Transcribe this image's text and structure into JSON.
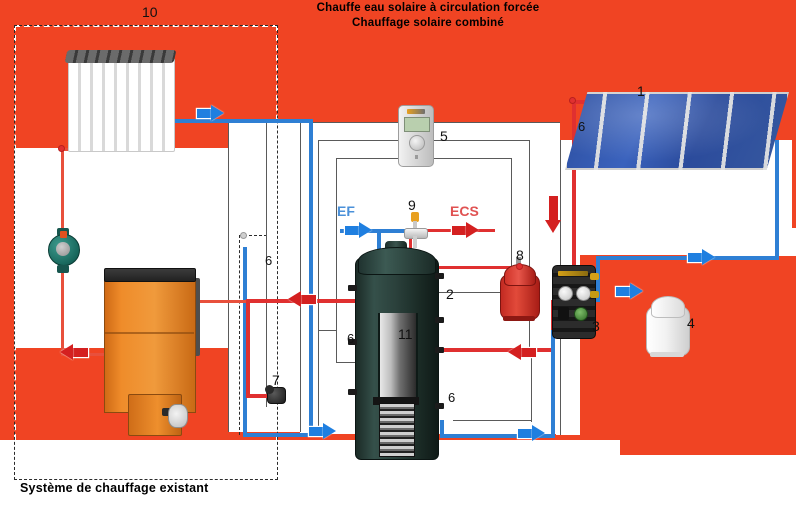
{
  "diagram": {
    "title_line1": "Chauffe eau solaire à circulation forcée",
    "title_line2": "Chauffage solaire combiné",
    "footer_label": "Système de chauffage existant",
    "background_color": "#F04423",
    "panel_color": "#ffffff"
  },
  "fluid_labels": {
    "cold_water": "EF",
    "cold_water_color": "#4A90D9",
    "hot_water": "ECS",
    "hot_water_color": "#E05252"
  },
  "callouts": [
    {
      "id": "1",
      "meaning": "capteur-solaire"
    },
    {
      "id": "2",
      "meaning": "ballon-de-stockage"
    },
    {
      "id": "3",
      "meaning": "station-de-pompage-solaire"
    },
    {
      "id": "4",
      "meaning": "vase-expansion-blanc"
    },
    {
      "id": "5",
      "meaning": "regulateur-solaire"
    },
    {
      "id": "6",
      "meaning": "circuit-tuyauterie"
    },
    {
      "id": "7",
      "meaning": "vanne-trois-voies"
    },
    {
      "id": "8",
      "meaning": "vase-expansion-rouge"
    },
    {
      "id": "9",
      "meaning": "mitigeur-thermostatique"
    },
    {
      "id": "10",
      "meaning": "radiateur"
    },
    {
      "id": "11",
      "meaning": "echangeur-interne"
    }
  ],
  "callout_values": {
    "collector": "1",
    "tank": "2",
    "pump_station": "3",
    "white_vessel": "4",
    "controller": "5",
    "pipe_a": "6",
    "pipe_b": "6",
    "pipe_c": "6",
    "pipe_d": "6",
    "pipe_e": "6",
    "three_way_valve": "7",
    "red_vessel": "8",
    "mixing_valve": "9",
    "radiator": "10",
    "internal_exchanger": "11"
  },
  "colors": {
    "hot_flow": "#E03030",
    "cold_flow": "#2E7FD4",
    "arrow_blue": "#1f7fe0",
    "arrow_red": "#D42020",
    "frame_line": "#5a5a5a"
  }
}
